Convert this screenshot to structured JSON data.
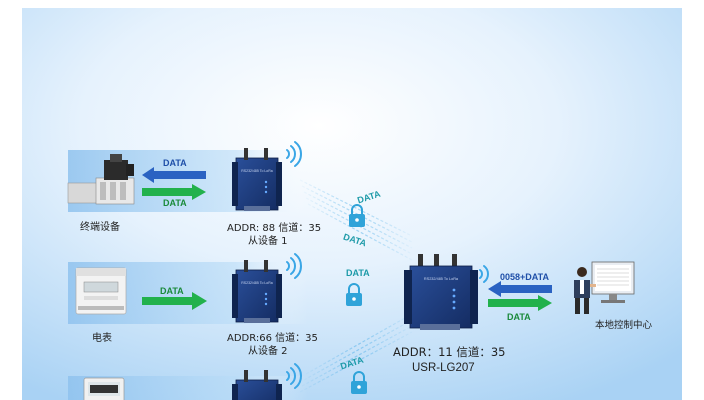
{
  "devices": [
    {
      "name": "终端设备",
      "slave_addr": "ADDR: 88 信道：35",
      "slave_role": "从设备 1",
      "arrow_up": "DATA",
      "arrow_down": "DATA",
      "link_up": "DATA",
      "link_down": "DATA"
    },
    {
      "name": "电表",
      "slave_addr": "ADDR:66 信道：35",
      "slave_role": "从设备 2",
      "arrow": "DATA",
      "link": "DATA"
    },
    {
      "name": "",
      "link": "DATA"
    }
  ],
  "gateway": {
    "addr": "ADDR：11 信道：35",
    "model": "USR-LG207",
    "arrow_in": "0058+DATA",
    "arrow_out": "DATA"
  },
  "center": {
    "name": "本地控制中心"
  },
  "colors": {
    "background": "#cfe6fb",
    "band": "#a9d3f4",
    "arrow_blue": "#2a62c2",
    "arrow_green": "#22b14c",
    "wireless_text": "#1d9aa8",
    "device_body": "#1b3a7a"
  },
  "icons": [
    "solenoid-valve-icon",
    "electric-meter-icon",
    "thermo-hygrometer-icon",
    "lora-radio-icon",
    "lock-icon",
    "wifi-signal-icon",
    "operator-at-computer-icon"
  ]
}
